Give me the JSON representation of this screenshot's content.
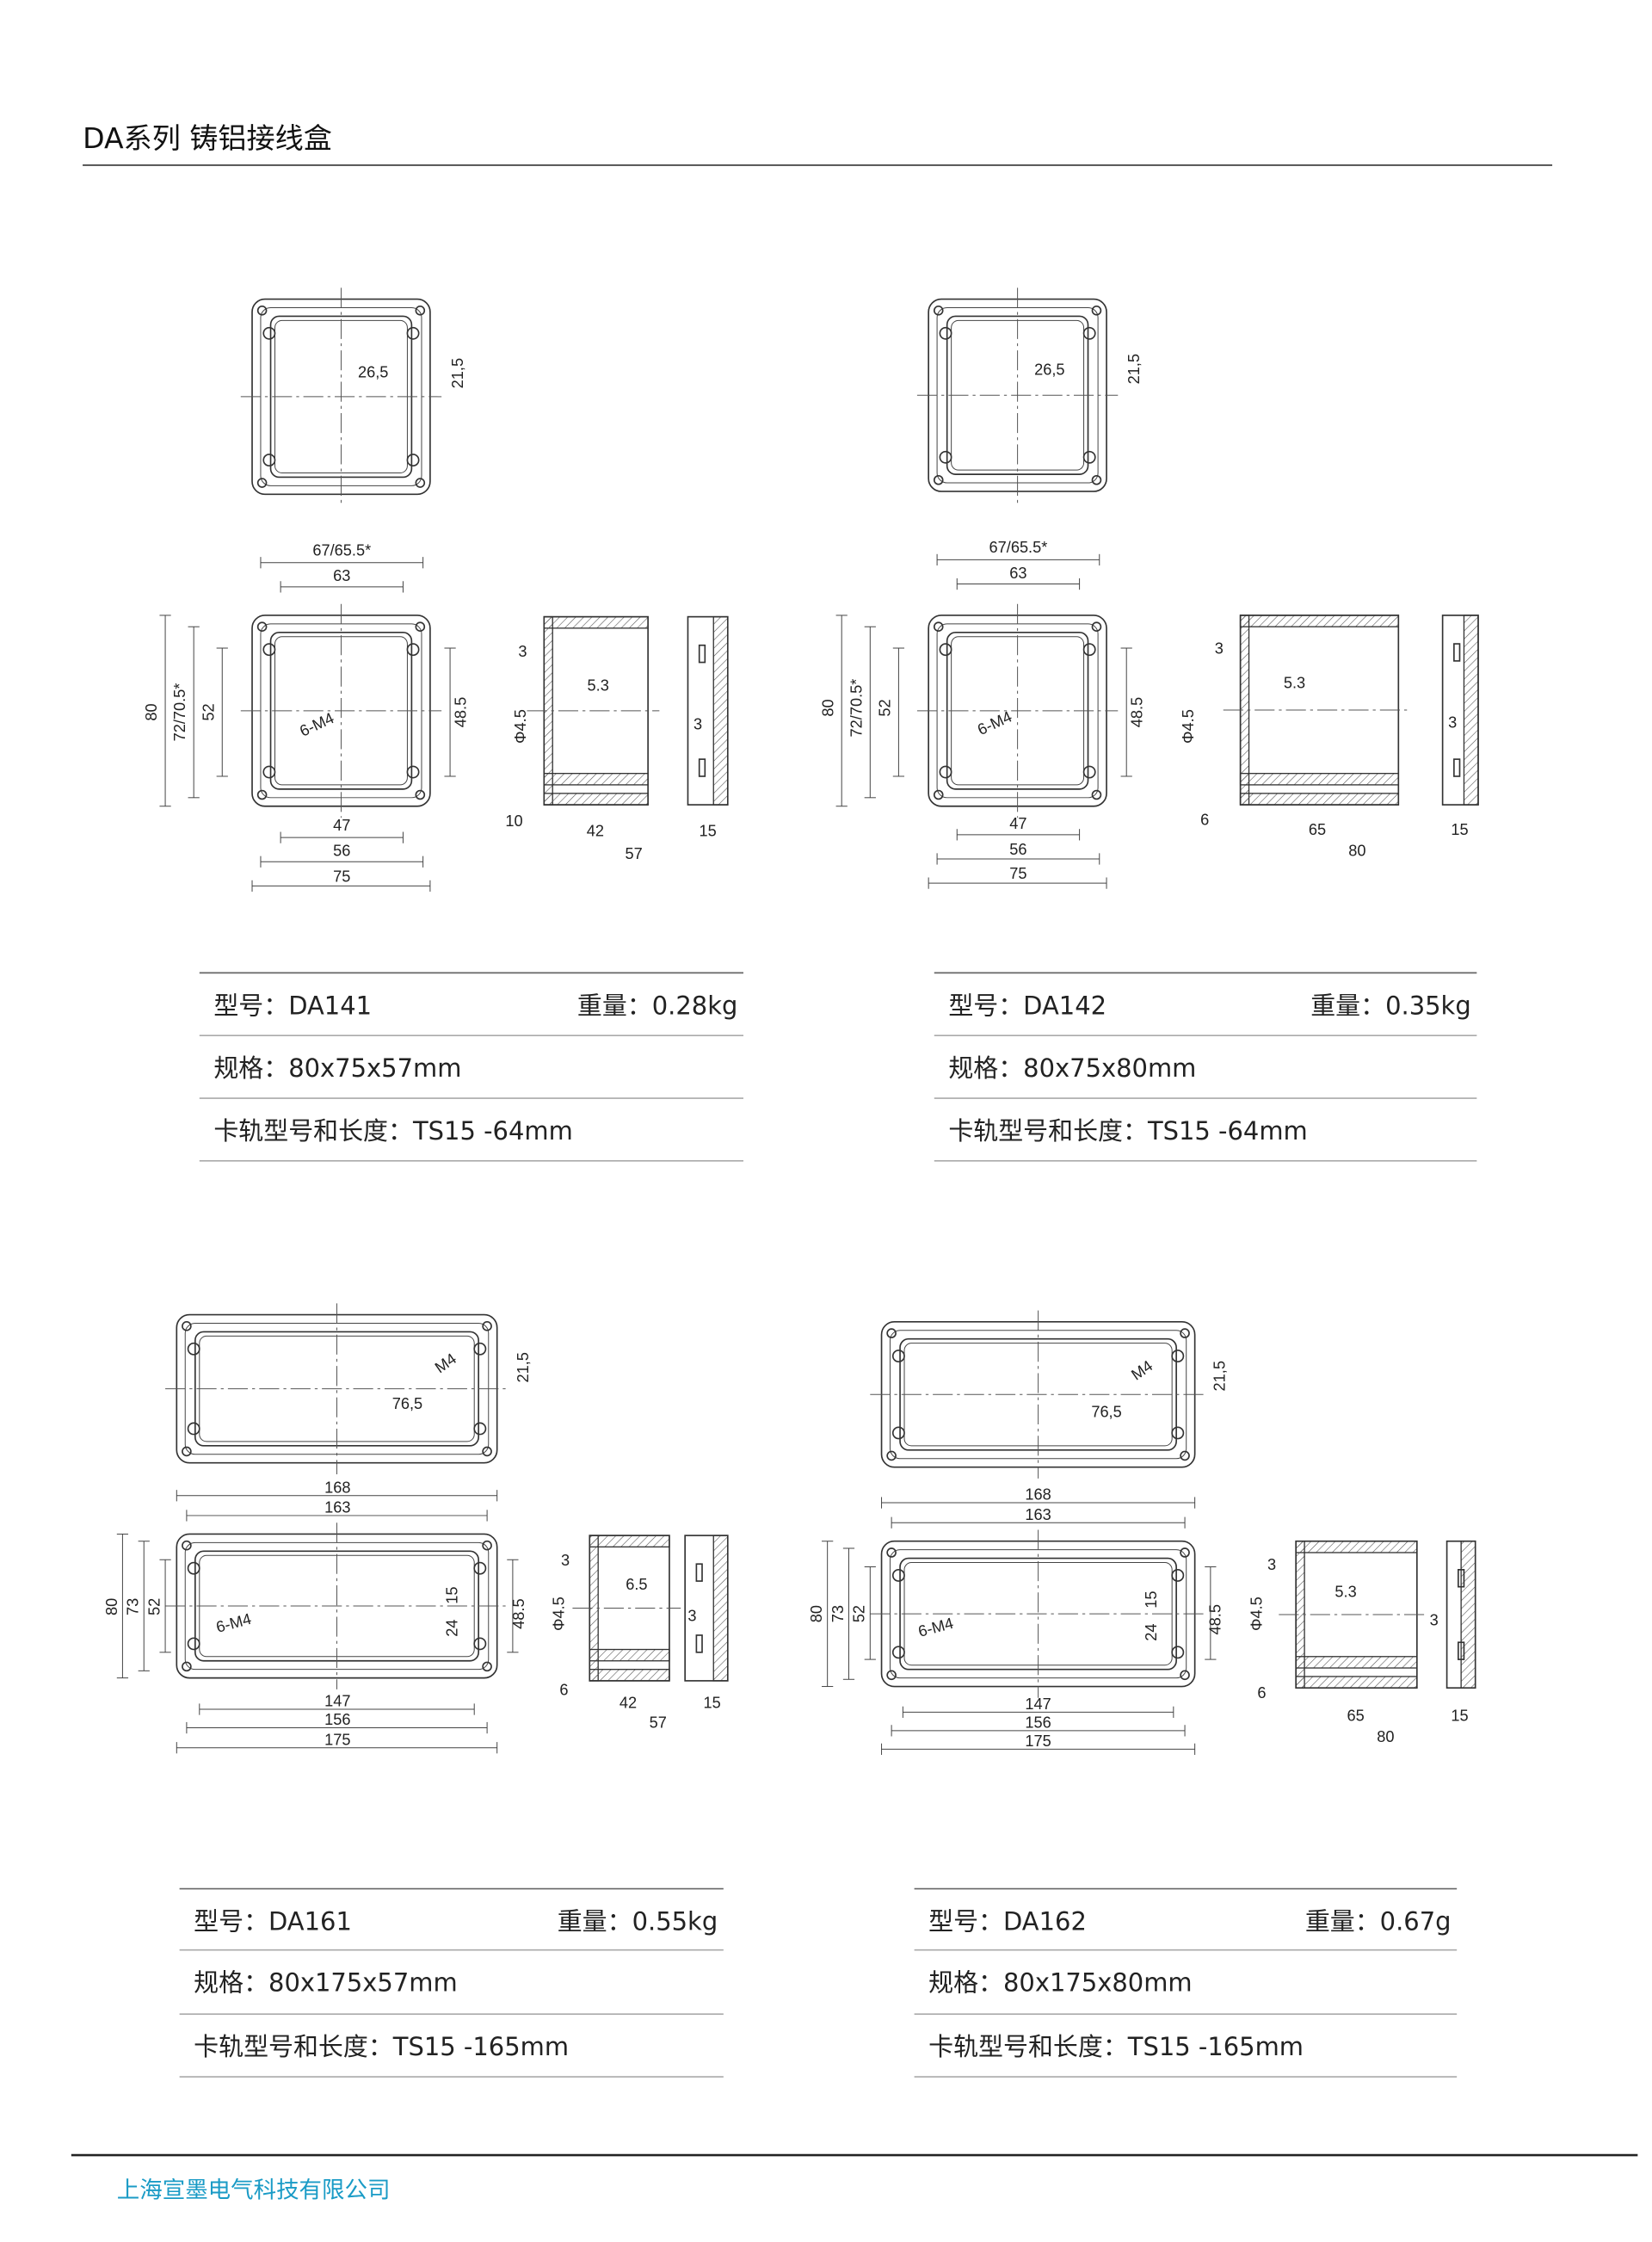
{
  "header": {
    "title": "DA系列  铸铝接线盒"
  },
  "labels": {
    "model": "型号：",
    "weight": "重量：",
    "spec": "规格：",
    "rail": "卡轨型号和长度："
  },
  "products": [
    {
      "model": "DA141",
      "weight": "0.28kg",
      "spec": "80x75x57mm",
      "rail": "TS15 -64mm",
      "dims": [
        "26,5",
        "21,5",
        "67/65.5*",
        "63",
        "80",
        "72/70.5*",
        "52",
        "48.5",
        "6-M4",
        "47",
        "56",
        "75",
        "3",
        "5.3",
        "Φ4.5",
        "3",
        "10",
        "42",
        "15",
        "57"
      ]
    },
    {
      "model": "DA142",
      "weight": "0.35kg",
      "spec": "80x75x80mm",
      "rail": "TS15 -64mm",
      "dims": [
        "26,5",
        "21,5",
        "67/65.5*",
        "63",
        "80",
        "72/70.5*",
        "52",
        "48.5",
        "6-M4",
        "47",
        "56",
        "75",
        "3",
        "5.3",
        "Φ4.5",
        "3",
        "6",
        "65",
        "15",
        "80"
      ]
    },
    {
      "model": "DA161",
      "weight": "0.55kg",
      "spec": "80x175x57mm",
      "rail": "TS15 -165mm",
      "dims": [
        "M4",
        "21,5",
        "76,5",
        "168",
        "163",
        "80",
        "73",
        "52",
        "6-M4",
        "24",
        "15",
        "48.5",
        "147",
        "156",
        "175",
        "3",
        "6.5",
        "Φ4.5",
        "3",
        "6",
        "42",
        "15",
        "57"
      ]
    },
    {
      "model": "DA162",
      "weight": "0.67g",
      "spec": "80x175x80mm",
      "rail": "TS15 -165mm",
      "dims": [
        "M4",
        "21,5",
        "76,5",
        "168",
        "163",
        "80",
        "73",
        "52",
        "6-M4",
        "24",
        "15",
        "48.5",
        "147",
        "156",
        "175",
        "3",
        "5.3",
        "Φ4.5",
        "3",
        "6",
        "65",
        "15",
        "80"
      ]
    }
  ],
  "footer": {
    "company": "上海宣墨电气科技有限公司"
  }
}
